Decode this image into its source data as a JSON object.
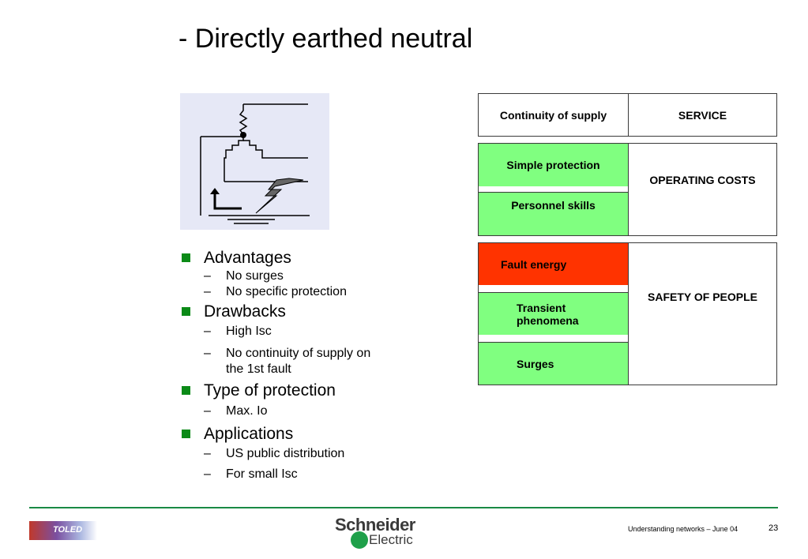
{
  "slide": {
    "title": "- Directly earthed neutral"
  },
  "bullets": [
    {
      "label": "Advantages",
      "items": [
        "No surges",
        "No specific protection"
      ]
    },
    {
      "label": "Drawbacks",
      "items": [
        "High Isc",
        "No continuity of supply on the 1st fault"
      ]
    },
    {
      "label": "Type of protection",
      "items": [
        "Max. Io"
      ]
    },
    {
      "label": "Applications",
      "items": [
        "US public distribution",
        "For small Isc"
      ]
    }
  ],
  "table": {
    "continuity": "Continuity of supply",
    "service": "SERVICE",
    "simple_protection": "Simple protection",
    "personnel_skills": "Personnel skills",
    "operating_costs": "OPERATING COSTS",
    "fault_energy": "Fault energy",
    "transient": "Transient phenomena",
    "surges": "Surges",
    "safety": "SAFETY OF PEOPLE",
    "colors": {
      "good": "#80ff80",
      "bad": "#ff3300"
    }
  },
  "footer": {
    "logo_badge": "TOLED",
    "brand_top": "Schneider",
    "brand_bottom": "Electric",
    "caption": "Understanding networks – June 04",
    "page_number": "23"
  }
}
